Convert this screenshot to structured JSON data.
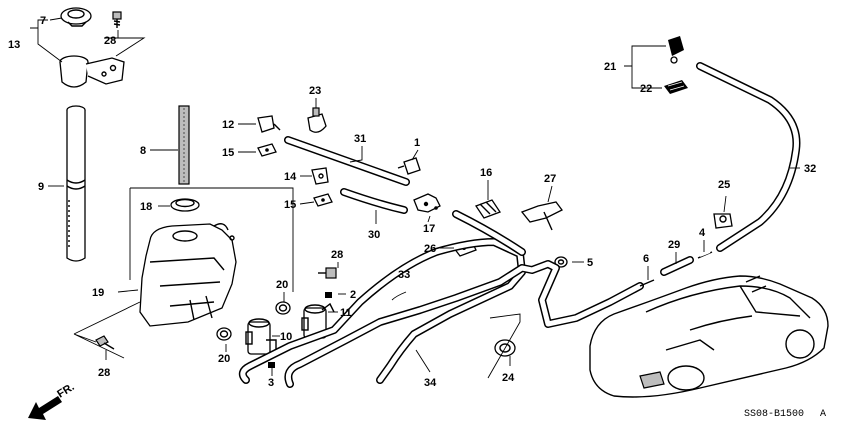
{
  "diagram": {
    "code": "SS08-B1500",
    "code_suffix": "A",
    "direction_label": "FR.",
    "callouts": [
      {
        "id": "c7",
        "text": "7"
      },
      {
        "id": "c13",
        "text": "13"
      },
      {
        "id": "c28a",
        "text": "28"
      },
      {
        "id": "c8",
        "text": "8"
      },
      {
        "id": "c9",
        "text": "9"
      },
      {
        "id": "c18",
        "text": "18"
      },
      {
        "id": "c19",
        "text": "19"
      },
      {
        "id": "c28b",
        "text": "28"
      },
      {
        "id": "c23",
        "text": "23"
      },
      {
        "id": "c12",
        "text": "12"
      },
      {
        "id": "c15a",
        "text": "15"
      },
      {
        "id": "c14",
        "text": "14"
      },
      {
        "id": "c15b",
        "text": "15"
      },
      {
        "id": "c31",
        "text": "31"
      },
      {
        "id": "c30",
        "text": "30"
      },
      {
        "id": "c1",
        "text": "1"
      },
      {
        "id": "c17",
        "text": "17"
      },
      {
        "id": "c16",
        "text": "16"
      },
      {
        "id": "c27",
        "text": "27"
      },
      {
        "id": "c26",
        "text": "26"
      },
      {
        "id": "c5",
        "text": "5"
      },
      {
        "id": "c28c",
        "text": "28"
      },
      {
        "id": "c2",
        "text": "2"
      },
      {
        "id": "c20a",
        "text": "20"
      },
      {
        "id": "c11",
        "text": "11"
      },
      {
        "id": "c10",
        "text": "10"
      },
      {
        "id": "c20b",
        "text": "20"
      },
      {
        "id": "c3",
        "text": "3"
      },
      {
        "id": "c33",
        "text": "33"
      },
      {
        "id": "c34",
        "text": "34"
      },
      {
        "id": "c24",
        "text": "24"
      },
      {
        "id": "c6",
        "text": "6"
      },
      {
        "id": "c29",
        "text": "29"
      },
      {
        "id": "c4",
        "text": "4"
      },
      {
        "id": "c25",
        "text": "25"
      },
      {
        "id": "c21",
        "text": "21"
      },
      {
        "id": "c22",
        "text": "22"
      },
      {
        "id": "c32",
        "text": "32"
      }
    ]
  }
}
